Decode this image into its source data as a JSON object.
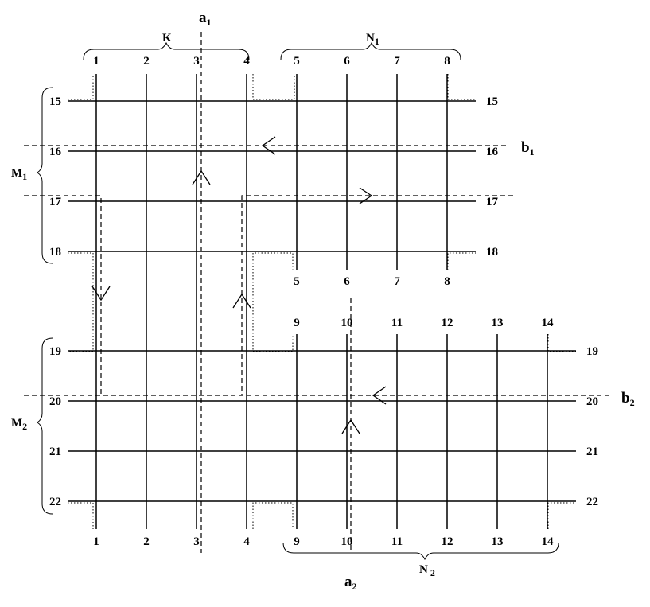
{
  "top_col_labels": [
    "1",
    "2",
    "3",
    "4",
    "5",
    "6",
    "7",
    "8"
  ],
  "mid_col_labels": [
    "5",
    "6",
    "7",
    "8"
  ],
  "upper_row_labels": [
    "15",
    "16",
    "17",
    "18"
  ],
  "lower_top_col_labels": [
    "9",
    "10",
    "11",
    "12",
    "13",
    "14"
  ],
  "lower_row_labels": [
    "19",
    "20",
    "21",
    "22"
  ],
  "bottom_left_col_labels": [
    "1",
    "2",
    "3",
    "4"
  ],
  "bottom_right_col_labels": [
    "9",
    "10",
    "11",
    "12",
    "13",
    "14"
  ],
  "group_labels": {
    "K": "K",
    "N1": {
      "base": "N",
      "sub": "1"
    },
    "N2": {
      "base": "N",
      "sub": "2"
    },
    "M1": {
      "base": "M",
      "sub": "1"
    },
    "M2": {
      "base": "M",
      "sub": "2"
    }
  },
  "cut_labels": {
    "a1": {
      "base": "a",
      "sub": "1"
    },
    "a2": {
      "base": "a",
      "sub": "2"
    },
    "b1": {
      "base": "b",
      "sub": "1"
    },
    "b2": {
      "base": "b",
      "sub": "2"
    }
  }
}
